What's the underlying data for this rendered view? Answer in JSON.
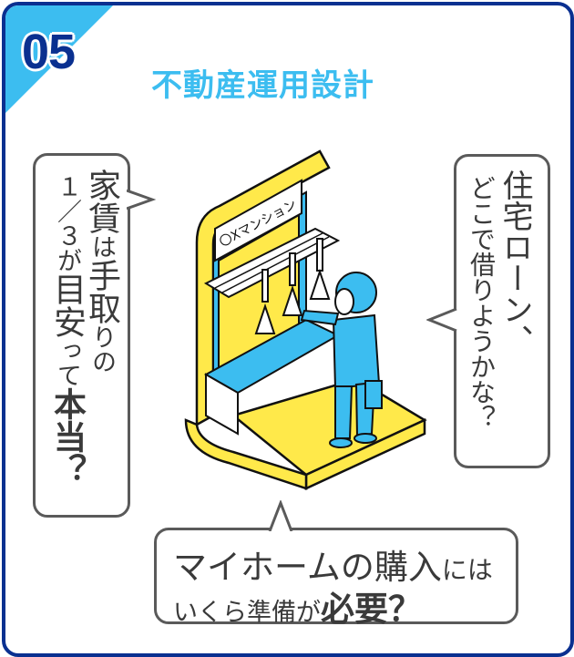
{
  "badge": {
    "number": "05"
  },
  "header": {
    "title": "不動産運用設計"
  },
  "bubbles": {
    "left": {
      "col1_a": "家賃",
      "col1_b": "は",
      "col1_c": "手取",
      "col1_d": "りの",
      "col2_a": "１／３",
      "col2_b": "が",
      "col2_c": "目安",
      "col2_d": "って",
      "col2_e": "本当？"
    },
    "right": {
      "line1": "住宅ローン、",
      "line2": "どこで借りようかな？"
    },
    "bottom": {
      "line1_large": "マイホームの購入",
      "line1_small": "には",
      "line2_small": "いくら準備が",
      "line2_large": "必要？"
    }
  },
  "illustration": {
    "sign_text": "〇Xマンション",
    "description": "man standing in a train holding a strap"
  },
  "colors": {
    "border": "#0a3090",
    "accent": "#3cbdf0",
    "yellow": "#ffe94a",
    "text": "#3a3a3a"
  }
}
